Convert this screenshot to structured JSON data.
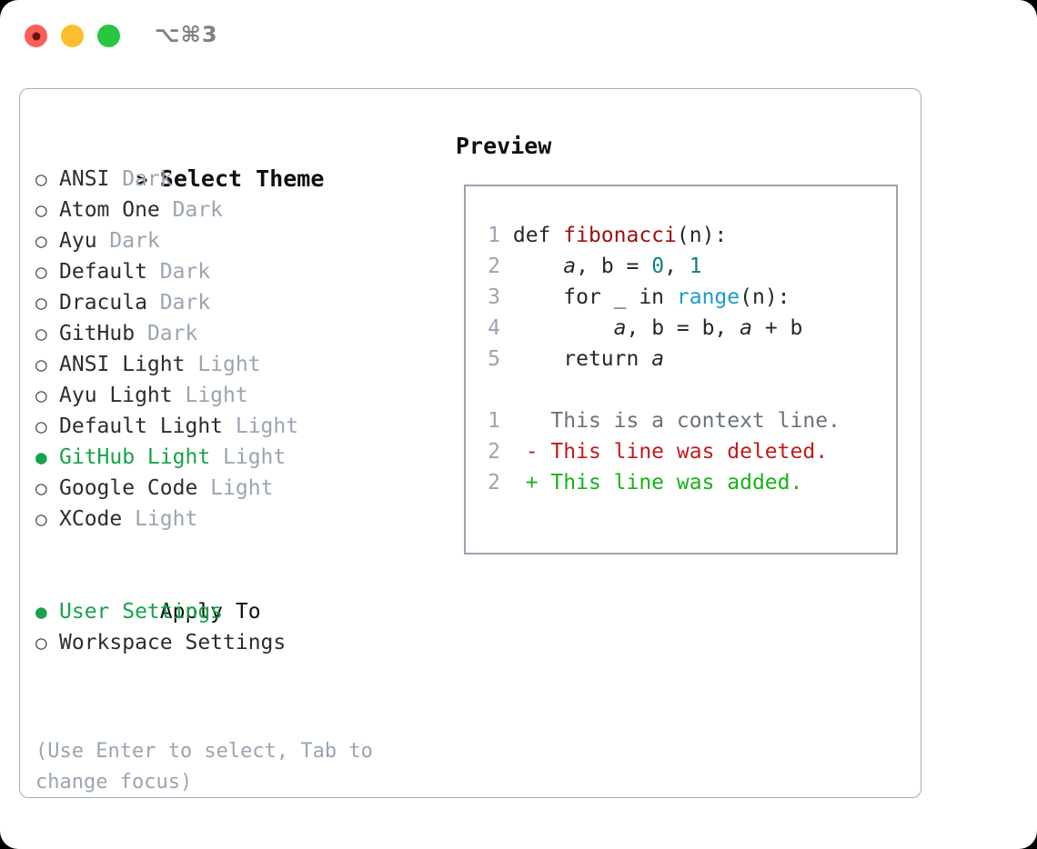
{
  "window": {
    "shortcut": "⌥⌘3",
    "traffic_lights": [
      {
        "name": "close",
        "color": "#fb5f57",
        "recording": true
      },
      {
        "name": "minimize",
        "color": "#fcbd2e",
        "recording": false
      },
      {
        "name": "maximize",
        "color": "#27c63f",
        "recording": false
      }
    ]
  },
  "theme_list": {
    "header": {
      "marker": ">",
      "label": "Select Theme"
    },
    "items": [
      {
        "marker": "○",
        "label": "ANSI",
        "variant": "Dark",
        "selected": false
      },
      {
        "marker": "○",
        "label": "Atom One",
        "variant": "Dark",
        "selected": false
      },
      {
        "marker": "○",
        "label": "Ayu",
        "variant": "Dark",
        "selected": false
      },
      {
        "marker": "○",
        "label": "Default",
        "variant": "Dark",
        "selected": false
      },
      {
        "marker": "○",
        "label": "Dracula",
        "variant": "Dark",
        "selected": false
      },
      {
        "marker": "○",
        "label": "GitHub",
        "variant": "Dark",
        "selected": false
      },
      {
        "marker": "○",
        "label": "ANSI Light",
        "variant": "Light",
        "selected": false
      },
      {
        "marker": "○",
        "label": "Ayu Light",
        "variant": "Light",
        "selected": false
      },
      {
        "marker": "○",
        "label": "Default Light",
        "variant": "Light",
        "selected": false
      },
      {
        "marker": "●",
        "label": "GitHub Light",
        "variant": "Light",
        "selected": true
      },
      {
        "marker": "○",
        "label": "Google Code",
        "variant": "Light",
        "selected": false
      },
      {
        "marker": "○",
        "label": "XCode",
        "variant": "Light",
        "selected": false
      }
    ]
  },
  "apply_to": {
    "header": "Apply To",
    "items": [
      {
        "marker": "●",
        "label": "User Settings",
        "selected": true
      },
      {
        "marker": "○",
        "label": "Workspace Settings",
        "selected": false
      }
    ]
  },
  "hint": "(Use Enter to select, Tab to change focus)",
  "preview": {
    "title": "Preview",
    "code_lines": [
      {
        "num": "1",
        "tokens": [
          {
            "text": "def ",
            "cls": "tok-kw"
          },
          {
            "text": "fibonacci",
            "cls": "tok-fn"
          },
          {
            "text": "(n):",
            "cls": "tok-plain"
          }
        ]
      },
      {
        "num": "2",
        "tokens": [
          {
            "text": "    ",
            "cls": "tok-plain"
          },
          {
            "text": "a",
            "cls": "tok-var"
          },
          {
            "text": ", ",
            "cls": "tok-plain"
          },
          {
            "text": "b",
            "cls": "tok-plain"
          },
          {
            "text": " = ",
            "cls": "tok-plain"
          },
          {
            "text": "0",
            "cls": "tok-num"
          },
          {
            "text": ", ",
            "cls": "tok-plain"
          },
          {
            "text": "1",
            "cls": "tok-num"
          }
        ]
      },
      {
        "num": "3",
        "tokens": [
          {
            "text": "    for _ in ",
            "cls": "tok-plain"
          },
          {
            "text": "range",
            "cls": "tok-builtin"
          },
          {
            "text": "(n):",
            "cls": "tok-plain"
          }
        ]
      },
      {
        "num": "4",
        "tokens": [
          {
            "text": "        ",
            "cls": "tok-plain"
          },
          {
            "text": "a",
            "cls": "tok-var"
          },
          {
            "text": ", b = b, ",
            "cls": "tok-plain"
          },
          {
            "text": "a",
            "cls": "tok-var"
          },
          {
            "text": " + b",
            "cls": "tok-plain"
          }
        ]
      },
      {
        "num": "5",
        "tokens": [
          {
            "text": "    return ",
            "cls": "tok-plain"
          },
          {
            "text": "a",
            "cls": "tok-var"
          }
        ]
      }
    ],
    "diff_lines": [
      {
        "num": "1",
        "sign": " ",
        "text": " This is a context line.",
        "cls": "diff-ctx"
      },
      {
        "num": "2",
        "sign": "-",
        "text": " This line was deleted.",
        "cls": "diff-del"
      },
      {
        "num": "2",
        "sign": "+",
        "text": " This line was added.",
        "cls": "diff-add"
      }
    ]
  },
  "colors": {
    "accent_green": "#16a34a",
    "muted": "#9aa5b1",
    "diff_add": "#17b317",
    "diff_del": "#c41a1a",
    "token_function": "#9b1010",
    "token_number": "#0e8080",
    "token_builtin": "#1b9ccc",
    "panel_border": "#a3aebb"
  }
}
